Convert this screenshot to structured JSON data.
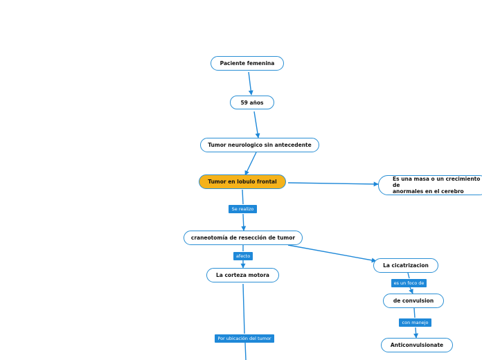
{
  "nodes": {
    "paciente": "Paciente femenina",
    "edad": "59 años",
    "tumor_neuro": "Tumor neurologico sin antecedente",
    "tumor_frontal": "Tumor en lobulo frontal",
    "definicion_1": "Es una masa o un crecimiento de",
    "definicion_2": "anormales en el cerebro",
    "craneotomia": "craneotomía de resección de tumor",
    "corteza": "La corteza motora",
    "cicatrizacion": "La cicatrizacion",
    "convulsion": "de convulsion",
    "anticonvulsionate": "Anticonvulsionate"
  },
  "labels": {
    "se_realizo": "Se realizo",
    "afecto": "afecto",
    "foco": "es un foco de",
    "manejo": "con manejo",
    "ubicacion": "Por ubicación del tumor"
  },
  "colors": {
    "line": "#1e88d8",
    "node_border": "#2a8fd4",
    "focus_fill": "#f5b21a",
    "label_fill": "#1e88d8"
  }
}
